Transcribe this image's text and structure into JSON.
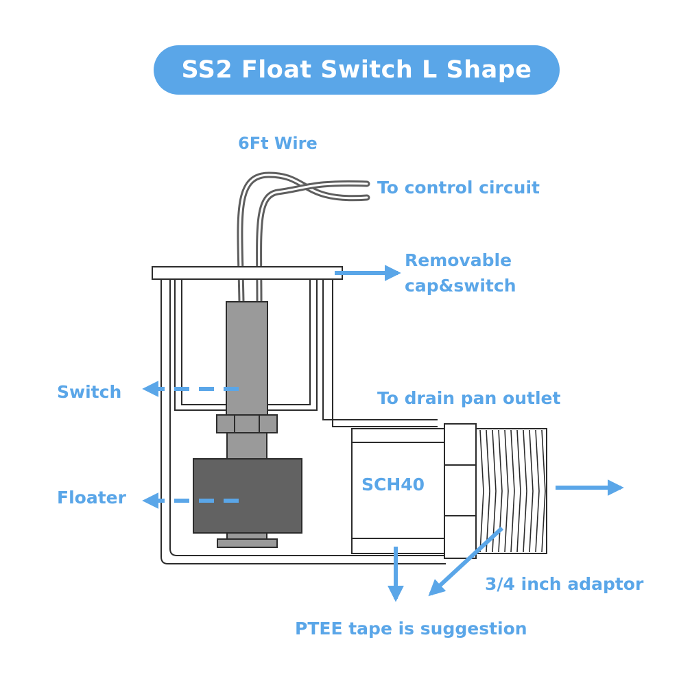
{
  "title": "SS2 Float Switch L Shape",
  "labels": {
    "wire": "6Ft Wire",
    "control": "To control circuit",
    "cap_line1": "Removable",
    "cap_line2": "cap&switch",
    "switch": "Switch",
    "drain": "To drain pan outlet",
    "floater": "Floater",
    "sch40": "SCH40",
    "adaptor": "3/4 inch adaptor",
    "ptee": "PTEE tape is suggestion"
  },
  "colors": {
    "accent": "#5aa6e8",
    "outline": "#2b2b2b",
    "wire": "#5e5e5e",
    "stem": "#9a9a9a",
    "floater": "#626262"
  }
}
